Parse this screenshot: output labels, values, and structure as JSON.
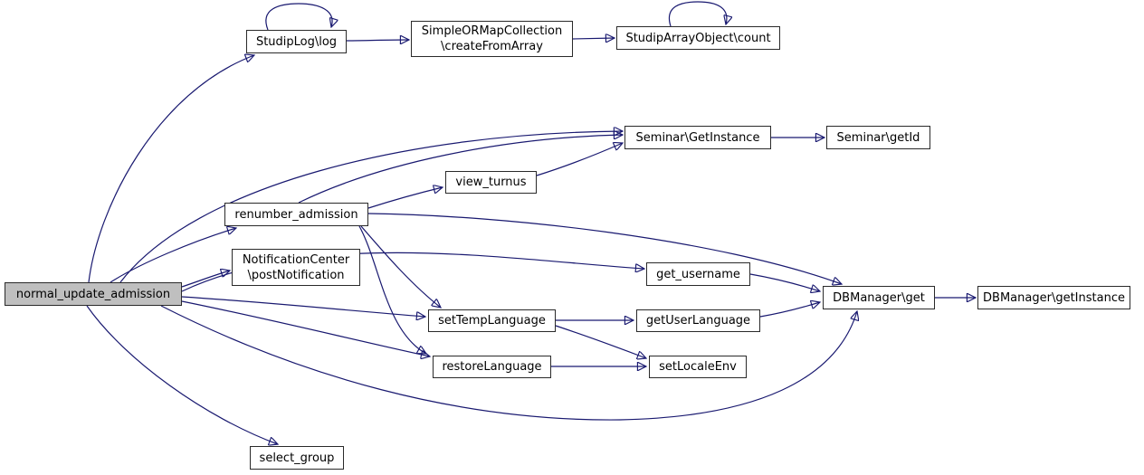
{
  "diagram": {
    "type": "call-graph",
    "edge_color": "#191970",
    "node_fill": "#ffffff",
    "node_border_color": "#2a2a2a",
    "highlight_fill": "#bfbfbf",
    "nodes": {
      "normal_update_admission": {
        "label": "normal_update_admission",
        "highlighted": true
      },
      "studiplog_log": {
        "label": "StudipLog\\log",
        "self_loop": true
      },
      "simpleormapcollection_createfromarray": {
        "label": "SimpleORMapCollection\n\\createFromArray"
      },
      "studiparrayobject_count": {
        "label": "StudipArrayObject\\count",
        "self_loop": true
      },
      "seminar_getinstance": {
        "label": "Seminar\\GetInstance"
      },
      "seminar_getid": {
        "label": "Seminar\\getId"
      },
      "view_turnus": {
        "label": "view_turnus"
      },
      "renumber_admission": {
        "label": "renumber_admission"
      },
      "notificationcenter_postnotification": {
        "label": "NotificationCenter\n\\postNotification"
      },
      "get_username": {
        "label": "get_username"
      },
      "settemplanguage": {
        "label": "setTempLanguage"
      },
      "getuserlanguage": {
        "label": "getUserLanguage"
      },
      "restorelanguage": {
        "label": "restoreLanguage"
      },
      "setlocaleenv": {
        "label": "setLocaleEnv"
      },
      "dbmanager_get": {
        "label": "DBManager\\get"
      },
      "dbmanager_getinstance": {
        "label": "DBManager\\getInstance"
      },
      "select_group": {
        "label": "select_group"
      }
    },
    "edges": [
      {
        "from": "normal_update_admission",
        "to": "StudipLog\\log"
      },
      {
        "from": "normal_update_admission",
        "to": "Seminar\\GetInstance"
      },
      {
        "from": "normal_update_admission",
        "to": "renumber_admission"
      },
      {
        "from": "normal_update_admission",
        "to": "NotificationCenter\\postNotification"
      },
      {
        "from": "normal_update_admission",
        "to": "get_username"
      },
      {
        "from": "normal_update_admission",
        "to": "setTempLanguage"
      },
      {
        "from": "normal_update_admission",
        "to": "restoreLanguage"
      },
      {
        "from": "normal_update_admission",
        "to": "DBManager\\get"
      },
      {
        "from": "normal_update_admission",
        "to": "select_group"
      },
      {
        "from": "StudipLog\\log",
        "to": "StudipLog\\log"
      },
      {
        "from": "StudipLog\\log",
        "to": "SimpleORMapCollection\\createFromArray"
      },
      {
        "from": "SimpleORMapCollection\\createFromArray",
        "to": "StudipArrayObject\\count"
      },
      {
        "from": "StudipArrayObject\\count",
        "to": "StudipArrayObject\\count"
      },
      {
        "from": "Seminar\\GetInstance",
        "to": "Seminar\\getId"
      },
      {
        "from": "renumber_admission",
        "to": "Seminar\\GetInstance"
      },
      {
        "from": "renumber_admission",
        "to": "view_turnus"
      },
      {
        "from": "renumber_admission",
        "to": "DBManager\\get"
      },
      {
        "from": "renumber_admission",
        "to": "setTempLanguage"
      },
      {
        "from": "renumber_admission",
        "to": "restoreLanguage"
      },
      {
        "from": "view_turnus",
        "to": "Seminar\\GetInstance"
      },
      {
        "from": "setTempLanguage",
        "to": "getUserLanguage"
      },
      {
        "from": "setTempLanguage",
        "to": "setLocaleEnv"
      },
      {
        "from": "restoreLanguage",
        "to": "setLocaleEnv"
      },
      {
        "from": "get_username",
        "to": "DBManager\\get"
      },
      {
        "from": "getUserLanguage",
        "to": "DBManager\\get"
      },
      {
        "from": "DBManager\\get",
        "to": "DBManager\\getInstance"
      }
    ]
  }
}
